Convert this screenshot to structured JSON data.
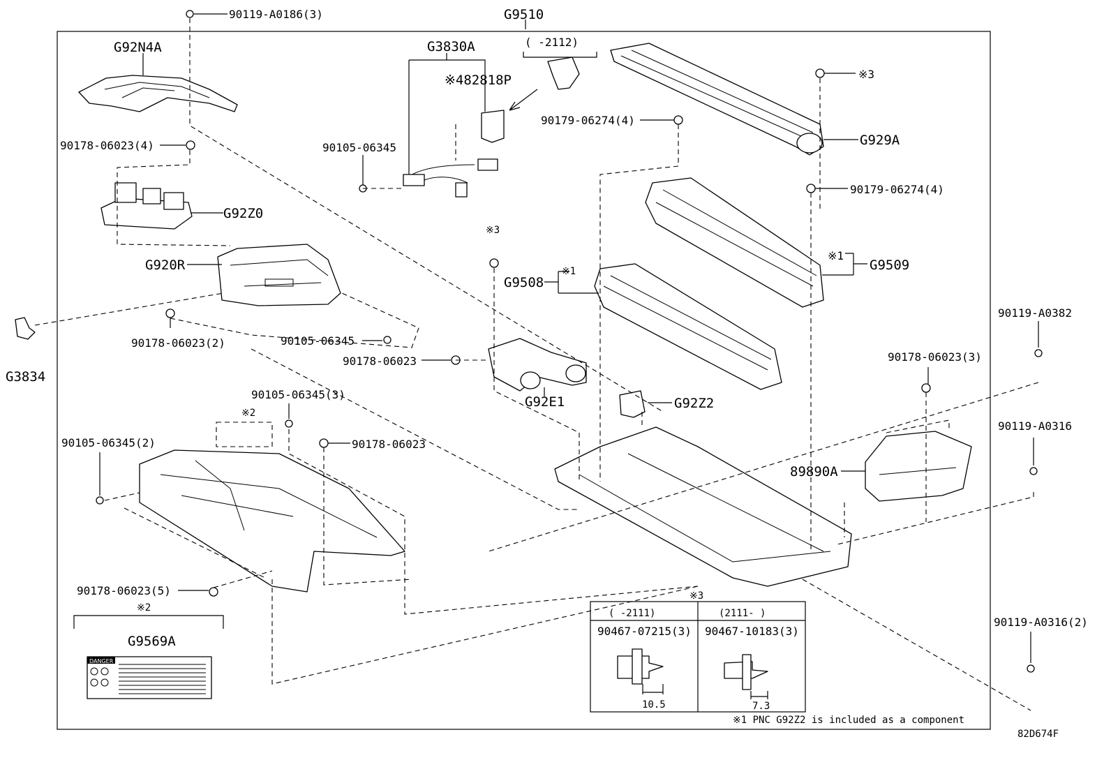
{
  "labels": {
    "main_assy": "G9510",
    "g92n4a": "G92N4A",
    "bolt_top": "90119-A0186(3)",
    "g3830a": "G3830A",
    "range_a": "(    -2112)",
    "p82818": "※482818P",
    "bolt_06345_a": "90105-06345",
    "nut_06023_4": "90178-06023(4)",
    "g92z0": "G92Z0",
    "g920r": "G920R",
    "g3834": "G3834",
    "nut_06023_2": "90178-06023(2)",
    "bolt_06345_b": "90105-06345",
    "nut_06023_a": "90178-06023",
    "g92e1": "G92E1",
    "ref3_a": "※3",
    "ref3_b": "※3",
    "nut_06274_a": "90179-06274(4)",
    "nut_06274_b": "90179-06274(4)",
    "g929a": "G929A",
    "ref1_a": "※1",
    "ref1_b": "※1",
    "g9508": "G9508",
    "g9509": "G9509",
    "g92z2": "G92Z2",
    "bolt_a0382": "90119-A0382",
    "nut_06023_3": "90178-06023(3)",
    "bolt_a0316": "90119-A0316",
    "g89890a": "89890A",
    "bolt_06345_3": "90105-06345(3)",
    "ref2_a": "※2",
    "bolt_06345_2": "90105-06345(2)",
    "nut_06023_b": "90178-06023",
    "nut_06023_5": "90178-06023(5)",
    "ref2_b": "※2",
    "g9569a": "G9569A",
    "bolt_a0316_2": "90119-A0316(2)",
    "drawing_no": "82D674F"
  },
  "clip_table": {
    "ref": "※3",
    "col1_range": "(    -2111)",
    "col2_range": "(2111-    )",
    "col1_part": "90467-07215(3)",
    "col2_part": "90467-10183(3)",
    "col1_dim": "10.5",
    "col2_dim": "7.3"
  },
  "note": "※1 PNC G92Z2 is included as a component",
  "warning_label_title": "DANGER"
}
